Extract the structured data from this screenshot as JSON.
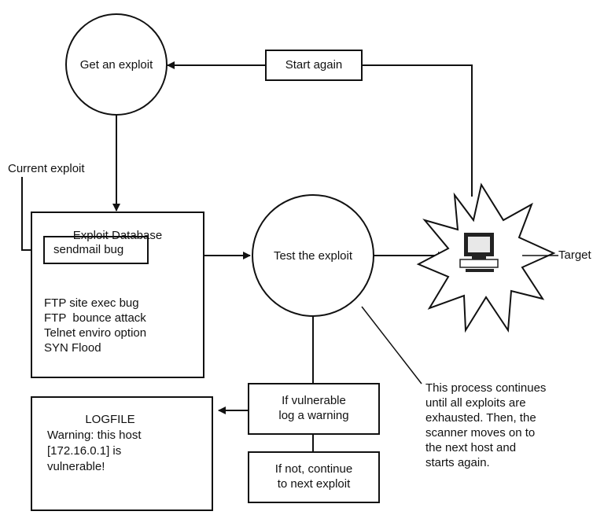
{
  "nodes": {
    "get_exploit": "Get an exploit",
    "start_again": "Start again",
    "current_exploit": "Current exploit",
    "exploit_database": {
      "title": "Exploit Database",
      "selected": "sendmail bug",
      "items": [
        "FTP site exec bug",
        "FTP  bounce attack",
        "Telnet enviro option",
        "SYN Flood"
      ]
    },
    "test_exploit": "Test the exploit",
    "target": "Target",
    "if_vulnerable": [
      "If vulnerable",
      "log a warning"
    ],
    "if_not": [
      "If not, continue",
      "to next exploit"
    ],
    "logfile": {
      "title": "LOGFILE",
      "lines": [
        "Warning: this host",
        "[172.16.0.1] is",
        "vulnerable!"
      ]
    },
    "note": [
      "This process continues",
      "until all exploits are",
      "exhausted. Then, the",
      "scanner moves on to",
      "the next host and",
      "starts again."
    ]
  }
}
